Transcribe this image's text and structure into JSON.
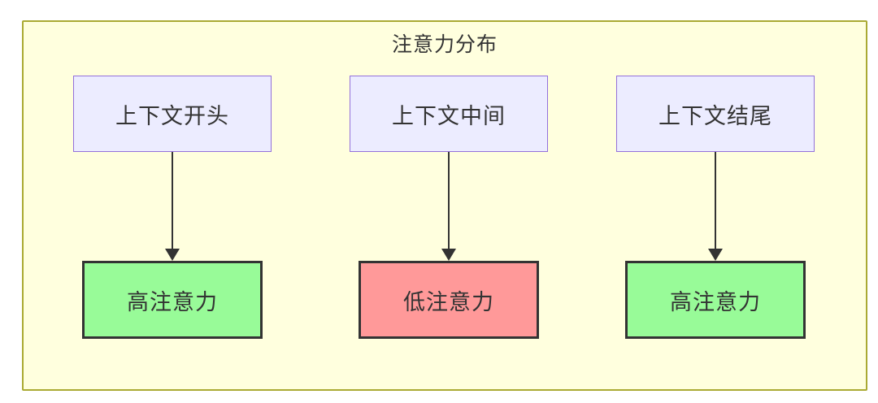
{
  "diagram": {
    "title": "注意力分布",
    "type": "flowchart",
    "colors": {
      "page_background": "#ffffff",
      "container_background": "#ffffde",
      "container_border": "#aaaa33",
      "source_node_background": "#ececff",
      "source_node_border": "#9370db",
      "high_attention_background": "#98fb98",
      "low_attention_background": "#ff9999",
      "result_node_border": "#333333",
      "arrow_color": "#333333",
      "text_color": "#333333"
    },
    "columns": [
      {
        "source": "上下文开头",
        "result": "高注意力",
        "level": "high"
      },
      {
        "source": "上下文中间",
        "result": "低注意力",
        "level": "low"
      },
      {
        "source": "上下文结尾",
        "result": "高注意力",
        "level": "high"
      }
    ]
  }
}
